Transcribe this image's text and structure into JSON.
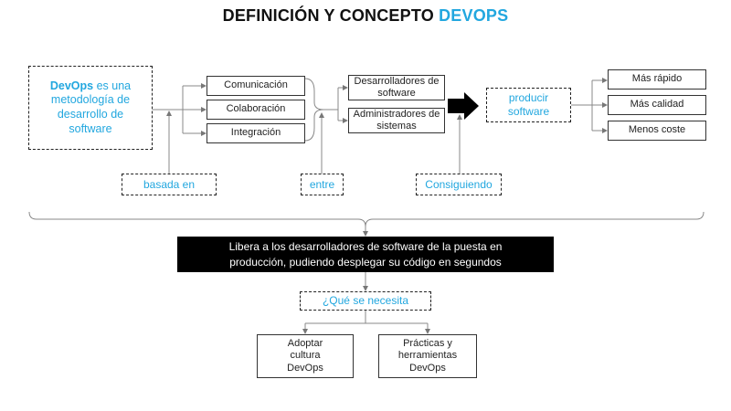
{
  "title": {
    "main": "DEFINICIÓN Y CONCEPTO",
    "accent": "DEVOPS"
  },
  "definition": {
    "bold": "DevOps",
    "rest": " es una metodología de desarrollo de software"
  },
  "pillars": [
    "Comunicación",
    "Colaboración",
    "Integración"
  ],
  "actors": [
    "Desarrolladores de software",
    "Administradores de sistemas"
  ],
  "goal": "producir software",
  "benefits": [
    "Más rápido",
    "Más calidad",
    "Menos coste"
  ],
  "connectors": {
    "based_on": "basada en",
    "between": "entre",
    "achieving": "Consiguiendo"
  },
  "summary": "Libera a los desarrolladores de software de la puesta en producción, pudiendo desplegar su código en segundos",
  "question": "¿Qué se necesita",
  "needs": [
    "Adoptar cultura DevOps",
    "Prácticas y herramientas DevOps"
  ]
}
